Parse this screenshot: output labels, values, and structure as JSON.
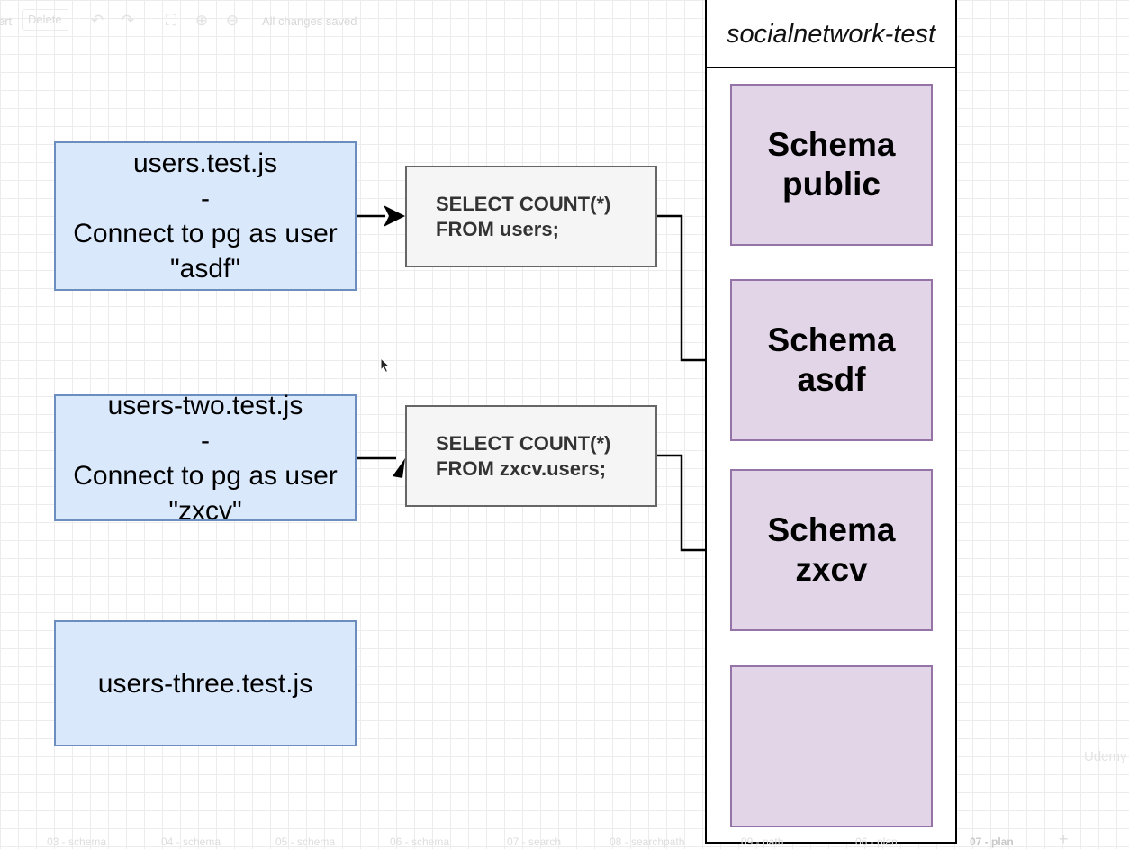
{
  "toolbar": {
    "insert_label": "ert",
    "delete_label": "Delete",
    "status": "All changes saved",
    "icons": [
      "undo-icon",
      "redo-icon",
      "fullscreen-icon",
      "zoom-in-icon",
      "zoom-out-icon"
    ]
  },
  "diagram": {
    "files": [
      {
        "lines": [
          "users.test.js",
          "-",
          "Connect to pg as user",
          "\"asdf\""
        ]
      },
      {
        "lines": [
          "users-two.test.js",
          "-",
          "Connect to pg as user",
          "\"zxcv\""
        ]
      },
      {
        "lines": [
          "users-three.test.js"
        ]
      }
    ],
    "queries": [
      {
        "lines": [
          "SELECT COUNT(*)",
          "FROM users;"
        ]
      },
      {
        "lines": [
          "SELECT COUNT(*)",
          "FROM zxcv.users;"
        ]
      }
    ],
    "database": {
      "title": "socialnetwork-test",
      "schemas": [
        {
          "lines": [
            "Schema",
            "public"
          ]
        },
        {
          "lines": [
            "Schema",
            "asdf"
          ]
        },
        {
          "lines": [
            "Schema",
            "zxcv"
          ]
        },
        {
          "lines": []
        }
      ]
    }
  },
  "tabs": [
    "03 - schema",
    "04 - schema",
    "05 - schema",
    "06 - schema",
    "07 - search",
    "08 - searchpath",
    "09 - path",
    "06 - plan",
    "07 - plan",
    "+"
  ],
  "watermark": "Udemy",
  "colors": {
    "file_fill": "#dae8fc",
    "file_stroke": "#6c8ebf",
    "query_fill": "#f5f5f5",
    "query_stroke": "#666666",
    "schema_fill": "#e1d5e7",
    "schema_stroke": "#9673a6"
  }
}
